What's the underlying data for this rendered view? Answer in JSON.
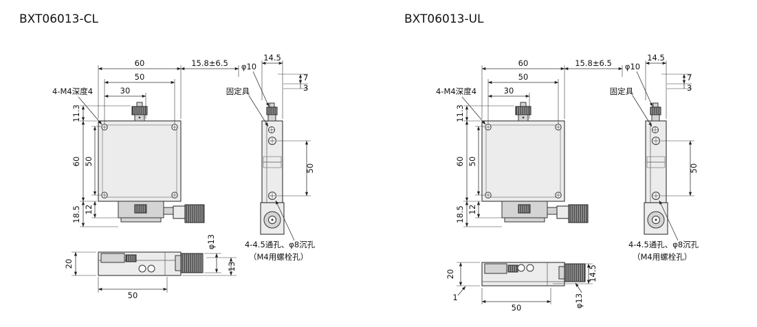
{
  "page": {
    "background": "#ffffff",
    "line_color": "#333333"
  },
  "drawings": [
    {
      "title": "BXT06013-CL",
      "labels": {
        "m4_note": "4-M4深度4",
        "fixture": "固定具",
        "hole_note_line1": "4-4.5通孔、φ8沉孔",
        "hole_note_line2": "（M4用螺栓孔）"
      },
      "dims": {
        "top_width": "60",
        "top_inner": "50",
        "top_offset": "30",
        "travel": "15.8±6.5",
        "left_top": "11.3",
        "left_height": "60",
        "left_inner": "50",
        "left_bottom": "18.5",
        "left_base": "12",
        "side_width": "14.5",
        "side_knob_dia": "φ10",
        "side_step1": "7",
        "side_step2": "3",
        "side_hole_span": "50",
        "bottom_height": "20",
        "bottom_width": "50",
        "bottom_knob_offset": "13",
        "bottom_knob_dia": "φ13"
      }
    },
    {
      "title": "BXT06013-UL",
      "labels": {
        "m4_note": "4-M4深度4",
        "fixture": "固定具",
        "hole_note_line1": "4-4.5通孔、φ8沉孔",
        "hole_note_line2": "（M4用螺栓孔）"
      },
      "dims": {
        "top_width": "60",
        "top_inner": "50",
        "top_offset": "30",
        "travel": "15.8±6.5",
        "left_top": "11.3",
        "left_height": "60",
        "left_inner": "50",
        "left_bottom": "18.5",
        "left_base": "12",
        "side_width": "14.5",
        "side_knob_dia": "φ10",
        "side_step1": "7",
        "side_step2": "3",
        "side_hole_span": "50",
        "bottom_height": "20",
        "bottom_base_lip": "1",
        "bottom_width": "50",
        "bottom_knob_height": "14.5",
        "bottom_knob_dia": "φ13"
      }
    }
  ]
}
